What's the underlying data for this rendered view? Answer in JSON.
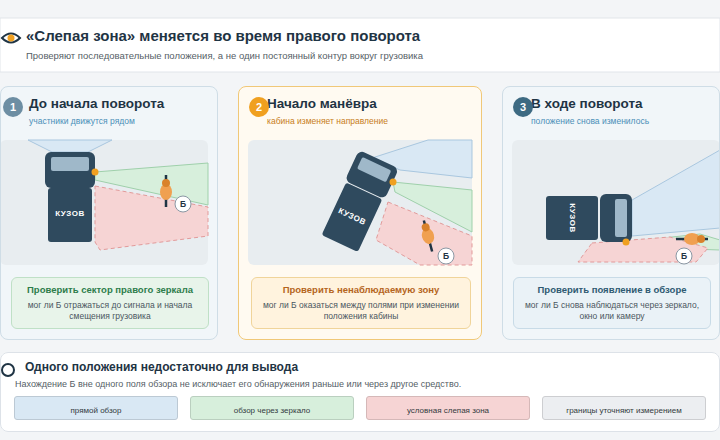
{
  "diagram": {
    "title": "«Слепая зона» меняется во время правого поворота",
    "caption": "Проверяют последовательные положения, а не один постоянный контур вокруг грузовика",
    "nodes": [
      {
        "text": [
          "До начала поворота",
          "участники движутся рядом"
        ]
      },
      {
        "text": [
          "1"
        ],
        "in": 0
      },
      {
        "text": [
          "Проверить сектор правого зеркала",
          "мог ли Б отражаться до сигнала и начала смещения грузовика"
        ],
        "in": 0
      },
      {
        "text": [
          "Начало манёвра",
          "кабина изменяет направление"
        ]
      },
      {
        "text": [
          "2"
        ],
        "in": 3
      },
      {
        "text": [
          "Проверить ненаблюдаемую зону",
          "мог ли Б оказаться между полями при изменении положения кабины"
        ],
        "in": 3
      },
      {
        "text": [
          "В ходе поворота",
          "положение снова изменилось"
        ]
      },
      {
        "text": [
          "3"
        ],
        "in": 6
      },
      {
        "text": [
          "Проверить появление в обзоре",
          "мог ли Б снова наблюдаться через зеркало, окно или камеру"
        ],
        "in": 6
      },
      {
        "text": [
          "Одного положения недостаточно для вывода",
          "Нахождение Б вне одного поля обзора не исключает его обнаружения раньше или через другое средство."
        ]
      }
    ],
    "labels": [
      "КУЗОВ",
      "Б",
      "КУЗОВ",
      "Б",
      "КУЗОВ",
      "Б"
    ],
    "legend": [
      {
        "text": "прямой обзор",
        "color": "#d9e8f4"
      },
      {
        "text": "обзор через зеркало",
        "color": "#d7efdc"
      },
      {
        "text": "условная слепая зона",
        "color": "#f6d4d4"
      },
      {
        "text": "границы уточняют измерением",
        "color": "#eceef1"
      }
    ]
  }
}
